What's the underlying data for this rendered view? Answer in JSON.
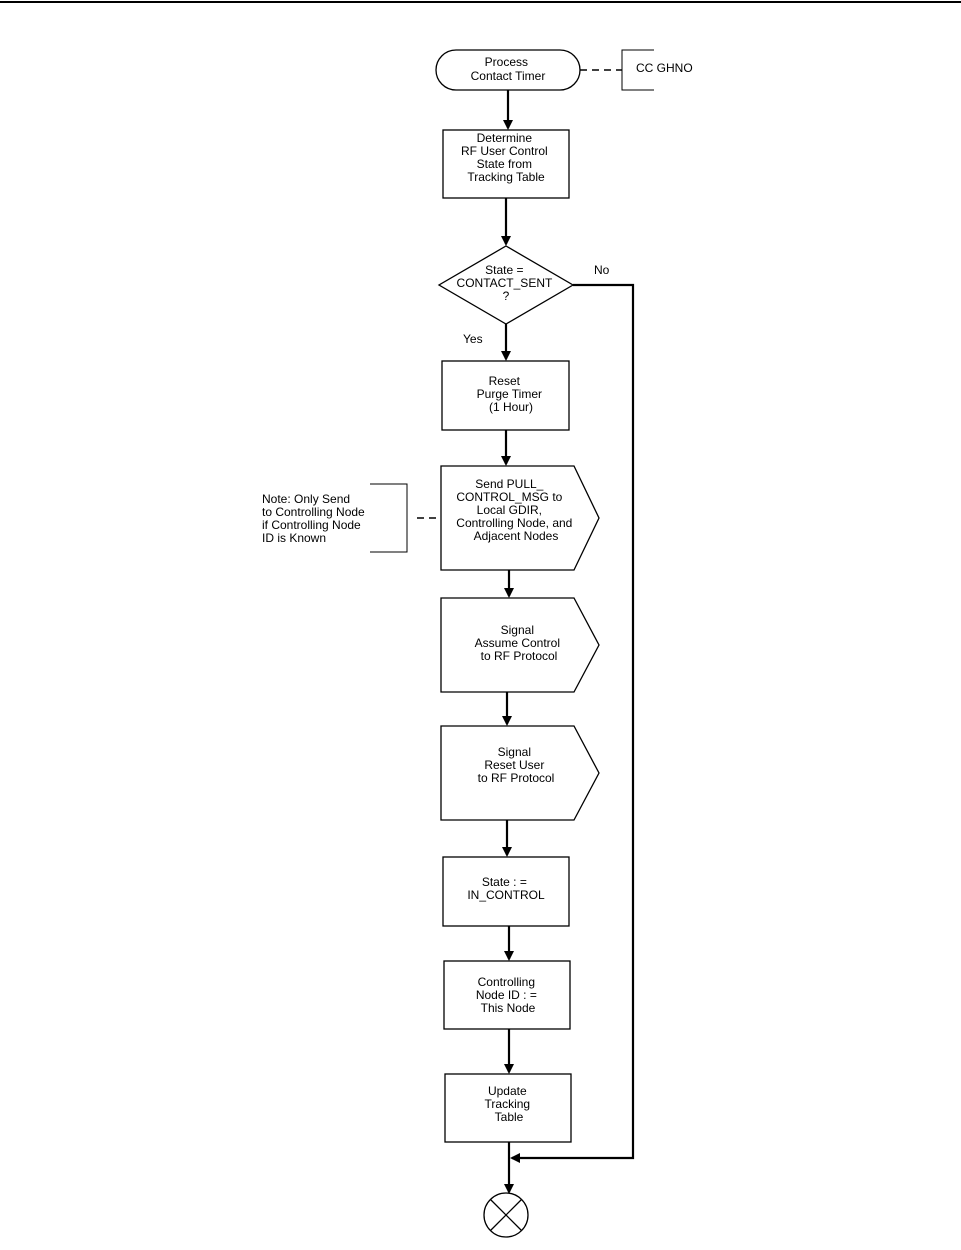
{
  "nodes": {
    "start": {
      "lines": [
        "Process",
        "Contact Timer"
      ]
    },
    "determine_state": {
      "lines": [
        "Determine",
        "RF User Control",
        "State from",
        "Tracking Table"
      ]
    },
    "decision": {
      "lines": [
        "State =",
        "CONTACT_SENT",
        "?"
      ]
    },
    "reset_purge": {
      "lines": [
        "Reset",
        "Purge Timer",
        "(1 Hour)"
      ]
    },
    "send_pull": {
      "lines": [
        "Send PULL_",
        "CONTROL_MSG to",
        "Local GDIR,",
        "Controlling Node, and",
        "Adjacent Nodes"
      ]
    },
    "signal_assume": {
      "lines": [
        "Signal",
        "Assume Control",
        "to RF Protocol"
      ]
    },
    "signal_reset": {
      "lines": [
        "Signal",
        "Reset User",
        "to RF Protocol"
      ]
    },
    "set_state": {
      "lines": [
        "State : =",
        "IN_CONTROL"
      ]
    },
    "set_node_id": {
      "lines": [
        "Controlling",
        "Node ID : =",
        "This Node"
      ]
    },
    "update_table": {
      "lines": [
        "Update",
        "Tracking",
        "Table"
      ]
    }
  },
  "annotations": {
    "cc_ghno": "CC GHNO",
    "note": {
      "lines": [
        "Note:  Only Send",
        "to Controlling Node",
        "if Controlling Node",
        "ID is Known"
      ]
    }
  },
  "branch_labels": {
    "no": "No",
    "yes": "Yes"
  }
}
